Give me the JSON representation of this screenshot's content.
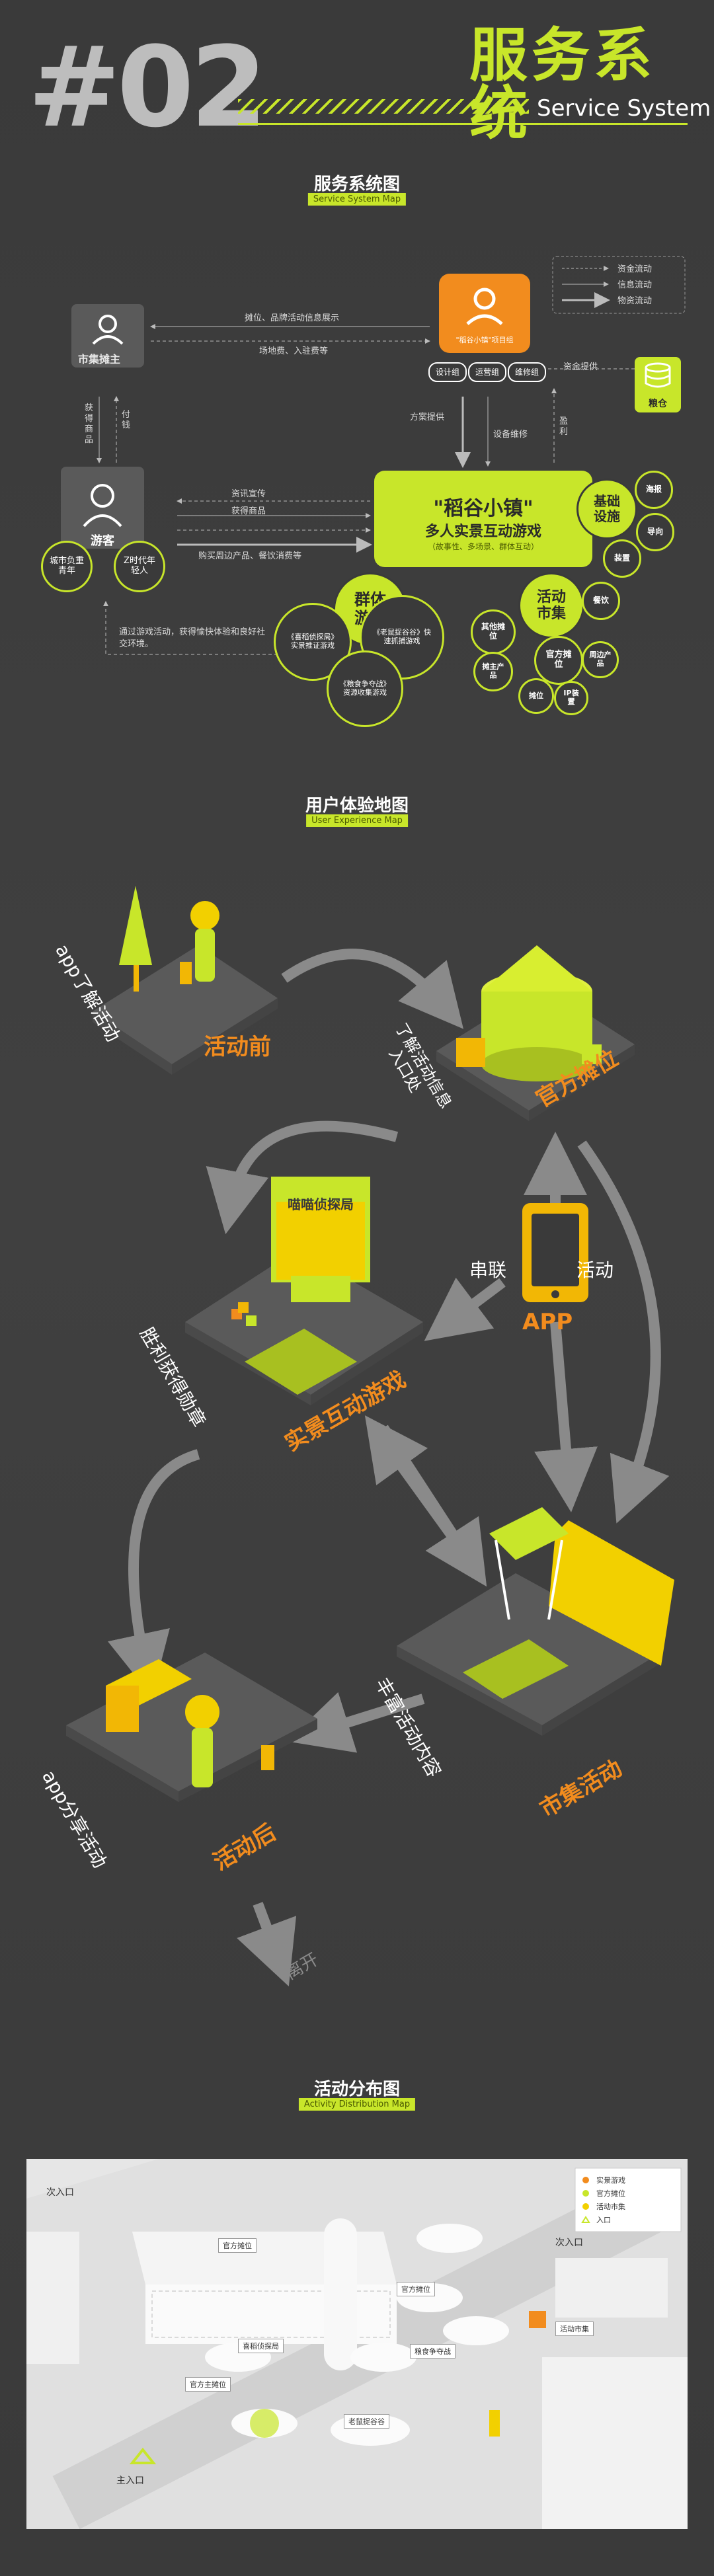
{
  "header": {
    "number": "#02",
    "title_cn": "服务系统",
    "title_en": "Service System"
  },
  "service_map": {
    "title": "服务系统图",
    "subtitle": "Service System Map",
    "legend": [
      "资金流动",
      "信息流动",
      "物资流动"
    ],
    "market_owner": "市集摊主",
    "brand_team": "\"稻谷小镇\"项目组",
    "teams": [
      "设计组",
      "运营组",
      "维修组"
    ],
    "granary": "粮仓",
    "visitor": "游客",
    "visitor_types": [
      "城市负重青年",
      "Z时代年轻人"
    ],
    "flow_top_1": "摊位、品牌活动信息展示",
    "flow_top_2": "场地费、入驻费等",
    "flow_left_1": "获得商品",
    "flow_left_2": "付钱",
    "flow_proj_1": "方案提供",
    "flow_proj_2": "设备维修",
    "flow_fund": "资金提供",
    "flow_profit": "盈利",
    "flow_mid_1": "资讯宣传",
    "flow_mid_2": "获得商品",
    "flow_mid_3": "购买周边产品、餐饮消费等",
    "flow_bottom": "通过游戏活动，获得愉快体验和良好社交环境。",
    "center_title": "\"稻谷小镇\"",
    "center_sub": "多人实景互动游戏",
    "center_note": "（故事性、多场景、群体互动）",
    "infra": "基础设施",
    "infra_items": [
      "海报",
      "导向",
      "装置"
    ],
    "group_game": "群体游戏",
    "games": [
      "《喜稻侦探局》实景推证游戏",
      "《老鼠捉谷谷》快速抓捕游戏",
      "《粮食争夺战》资源收集游戏"
    ],
    "market": "活动市集",
    "market_items": [
      "餐饮",
      "其他摊位",
      "摊主产品",
      "官方摊位",
      "周边产品",
      "摊位",
      "IP装置"
    ]
  },
  "ux_map": {
    "title": "用户体验地图",
    "subtitle": "User Experience Map",
    "before": "活动前",
    "before_desc": "app了解活动",
    "official": "官方摊位",
    "official_desc_1": "入口处",
    "official_desc_2": "了解活动信息",
    "series": "串联",
    "activity": "活动",
    "app": "APP",
    "detective": "喵喵侦探局",
    "game": "实景互动游戏",
    "game_desc": "胜利获得勋章",
    "market": "市集活动",
    "market_desc": "丰富活动内容",
    "after": "活动后",
    "after_desc": "app分享活动",
    "leave": "离开"
  },
  "dist_map": {
    "title": "活动分布图",
    "subtitle": "Activity Distribution Map",
    "legend": [
      "实景游戏",
      "官方摊位",
      "活动市集",
      "入口"
    ],
    "entrance_secondary": "次入口",
    "entrance_main": "主入口",
    "tags": [
      "官方摊位",
      "官方摊位",
      "粮食争夺战",
      "官方主摊位",
      "喜稻侦探局",
      "老鼠捉谷谷",
      "活动市集"
    ]
  },
  "colors": {
    "accent": "#c8e62a",
    "orange": "#f28c1e",
    "bg": "#3b3b3b"
  }
}
